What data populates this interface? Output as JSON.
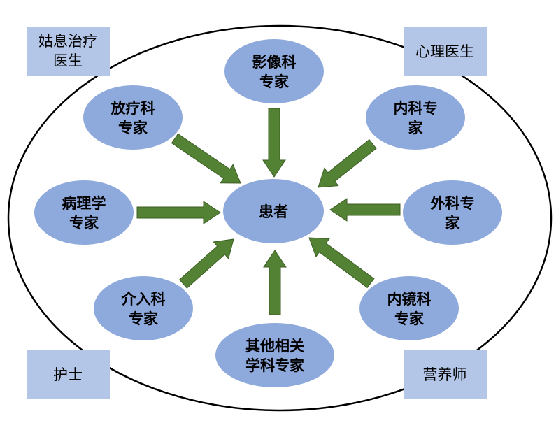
{
  "diagram": {
    "center": {
      "label": "患者"
    },
    "experts": [
      {
        "id": "imaging",
        "lines": [
          "影像科",
          "专家"
        ]
      },
      {
        "id": "internal",
        "lines": [
          "内科专",
          "家"
        ]
      },
      {
        "id": "surgery",
        "lines": [
          "外科专",
          "家"
        ]
      },
      {
        "id": "endoscopy",
        "lines": [
          "内镜科",
          "专家"
        ]
      },
      {
        "id": "other",
        "lines": [
          "其他相关",
          "学科专家"
        ]
      },
      {
        "id": "interventional",
        "lines": [
          "介入科",
          "专家"
        ]
      },
      {
        "id": "pathology",
        "lines": [
          "病理学",
          "专家"
        ]
      },
      {
        "id": "radiotherapy",
        "lines": [
          "放疗科",
          "专家"
        ]
      }
    ],
    "corners": [
      {
        "id": "palliative",
        "lines": [
          "姑息治疗",
          "医生"
        ]
      },
      {
        "id": "psychology",
        "lines": [
          "心理医生"
        ]
      },
      {
        "id": "nurse",
        "lines": [
          "护士"
        ]
      },
      {
        "id": "nutritionist",
        "lines": [
          "营养师"
        ]
      }
    ],
    "colors": {
      "node_fill": "#8EA9DB",
      "box_fill": "#B4C6E7",
      "arrow_fill": "#548235",
      "arrow_stroke": "#3B5E23",
      "outline": "#000000"
    }
  }
}
